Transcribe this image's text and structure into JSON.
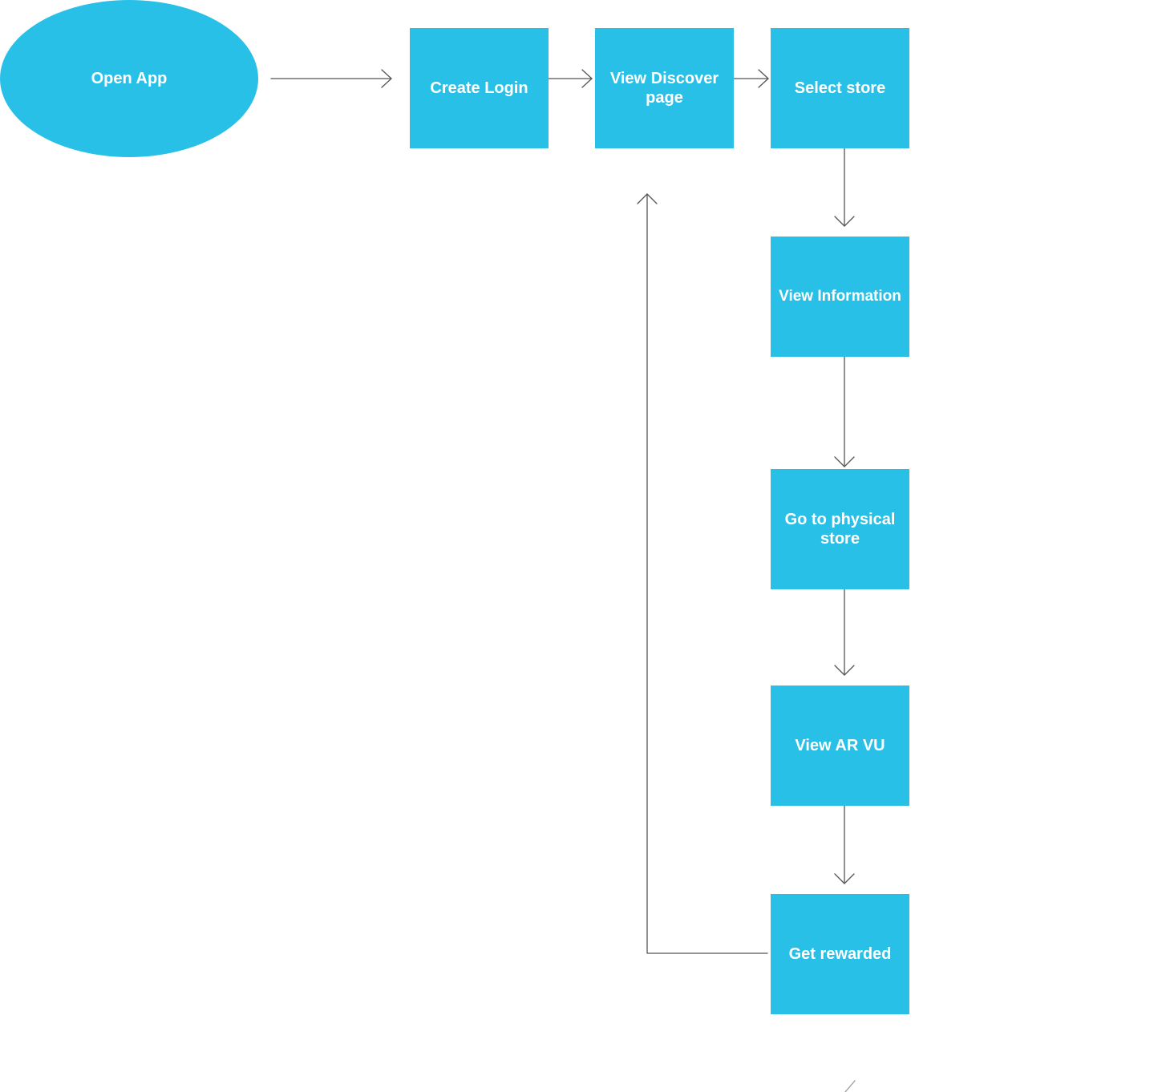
{
  "colors": {
    "node_fill": "#29C0E8",
    "connector": "#555555",
    "text": "#FFFFFF"
  },
  "nodes": {
    "open_app": "Open App",
    "create_login": "Create Login",
    "view_discover": "View Discover page",
    "select_store": "Select store",
    "view_information": "View Information",
    "go_to_store": "Go to physical store",
    "view_ar": "View AR VU",
    "get_rewarded": "Get rewarded"
  }
}
